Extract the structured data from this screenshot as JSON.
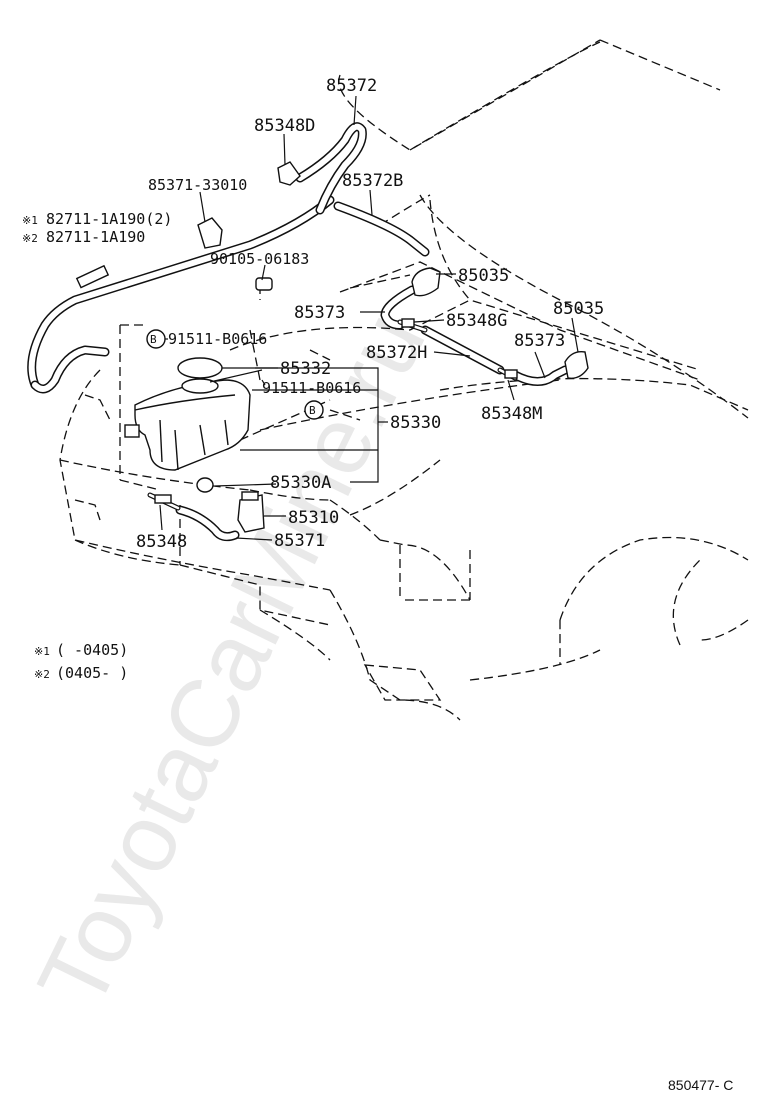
{
  "labels": {
    "p85372": "85372",
    "p85348D": "85348D",
    "p85371_33010": "85371-33010",
    "p85372B": "85372B",
    "p82711_a": "82711-1A190(2)",
    "p82711_b": "82711-1A190",
    "p90105": "90105-06183",
    "p85035_a": "85035",
    "p85373_a": "85373",
    "p85348G": "85348G",
    "p85035_b": "85035",
    "p91511_a": "91511-B0616",
    "p85332": "85332",
    "p85372H": "85372H",
    "p85373_b": "85373",
    "p91511_b": "91511-B0616",
    "p85348M": "85348M",
    "p85330": "85330",
    "p85330A": "85330A",
    "p85310": "85310",
    "p85348": "85348",
    "p85371": "85371"
  },
  "markers": {
    "mark1": "※1",
    "mark2": "※2",
    "callout_b": "B"
  },
  "notes": {
    "note1": "(     -0405)",
    "note2": "(0405-     )"
  },
  "watermark": "ToyotaCarMine.ru",
  "figure_code": "850477- C"
}
